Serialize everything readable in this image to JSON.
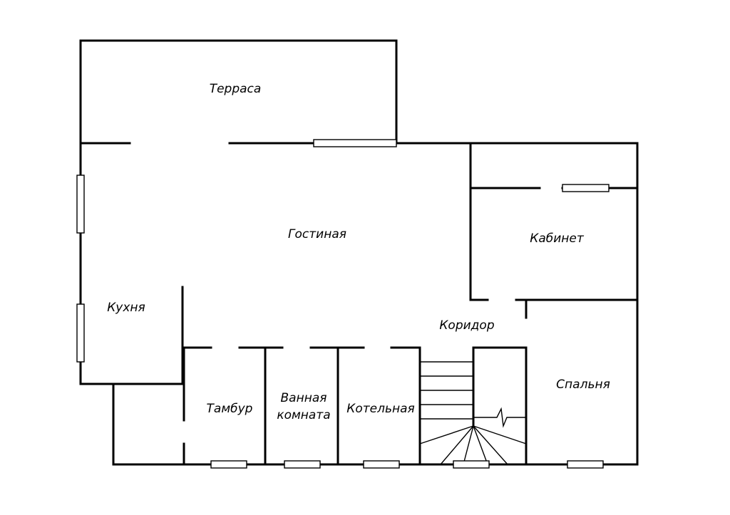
{
  "rooms": {
    "terrace": "Терраса",
    "living": "Гостиная",
    "study": "Кабинет",
    "kitchen": "Кухня",
    "corridor": "Коридор",
    "bedroom": "Спальня",
    "vestibule": "Тамбур",
    "bath_line1": "Ванная",
    "bath_line2": "комната",
    "boiler": "Котельная"
  }
}
